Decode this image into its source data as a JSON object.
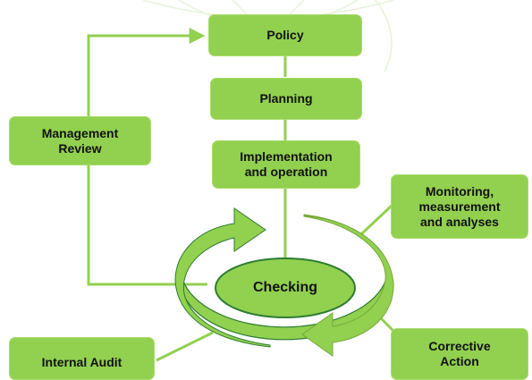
{
  "diagram": {
    "nodes": {
      "policy": "Policy",
      "planning": "Planning",
      "implementation": "Implementation\nand operation",
      "management_review": "Management\nReview",
      "checking": "Checking",
      "monitoring": "Monitoring,\nmeasurement\nand analyses",
      "corrective_action": "Corrective\nAction",
      "internal_audit": "Internal Audit"
    },
    "colors": {
      "box_fill": "#92d050",
      "box_border": "#a9dc6e",
      "connector": "#92d050",
      "cycle_arrow": "#92d050",
      "cycle_arrow_dark": "#76a83a",
      "cycle_outline": "#2e7d32",
      "background_watermark": "#e6f3da"
    },
    "icons": [
      "cycle-arrow-left-icon",
      "cycle-arrow-right-icon",
      "review-arrow-icon"
    ]
  }
}
